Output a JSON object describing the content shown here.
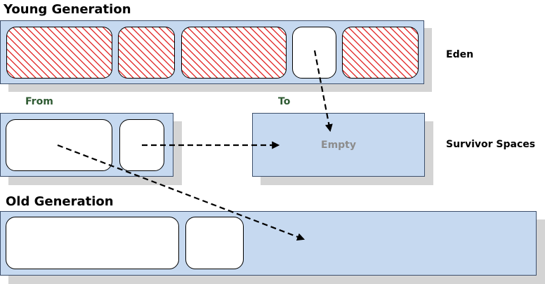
{
  "young_generation": {
    "title": "Young Generation",
    "eden_label": "Eden"
  },
  "survivor": {
    "from_label": "From",
    "to_label": "To",
    "empty_text": "Empty",
    "label": "Survivor Spaces"
  },
  "old_generation": {
    "title": "Old Generation"
  },
  "colors": {
    "region_fill": "#c6d9f0",
    "region_border": "#3d4f6b",
    "hatch": "#e33434",
    "label_green": "#2e5a32",
    "empty_gray": "#8c8c8c",
    "shadow": "#d4d4d4"
  }
}
